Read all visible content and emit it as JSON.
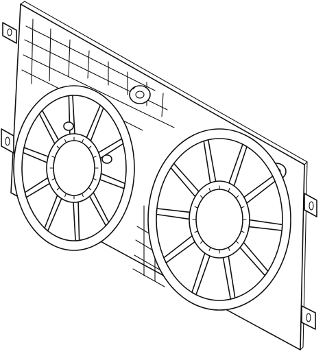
{
  "diagram": {
    "subject": "cooling-fan-shroud-assembly",
    "style": "line-drawing",
    "colors": {
      "line": "#111111",
      "background": "#ffffff"
    },
    "fan_count": 2,
    "spokes_per_fan": 10,
    "mounting_tabs": 4
  }
}
